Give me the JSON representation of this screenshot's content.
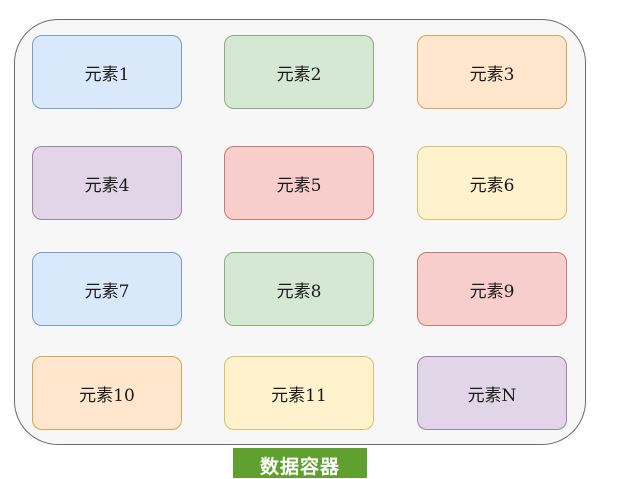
{
  "diagram": {
    "container_label": "数据容器",
    "elements": [
      {
        "label": "元素1",
        "color": "#dae8fc"
      },
      {
        "label": "元素2",
        "color": "#d5e8d4"
      },
      {
        "label": "元素3",
        "color": "#ffe6cc"
      },
      {
        "label": "元素4",
        "color": "#e1d5e7"
      },
      {
        "label": "元素5",
        "color": "#f8cecc"
      },
      {
        "label": "元素6",
        "color": "#fff2cc"
      },
      {
        "label": "元素7",
        "color": "#dae8fc"
      },
      {
        "label": "元素8",
        "color": "#d5e8d4"
      },
      {
        "label": "元素9",
        "color": "#f8cecc"
      },
      {
        "label": "元素10",
        "color": "#ffe6cc"
      },
      {
        "label": "元素11",
        "color": "#fff2cc"
      },
      {
        "label": "元素N",
        "color": "#e1d5e7"
      }
    ]
  }
}
